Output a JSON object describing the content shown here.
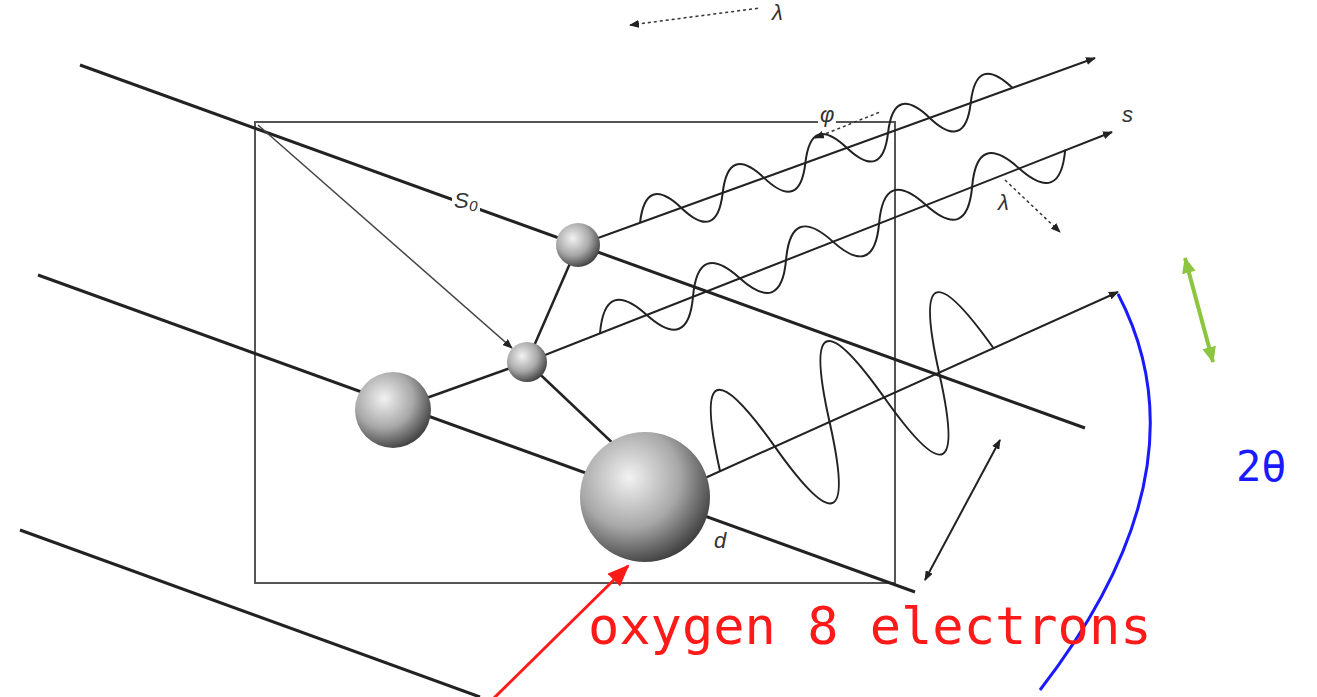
{
  "diagram": {
    "labels": [
      "λ",
      "S₀",
      "φ",
      "s",
      "λ",
      "d",
      "2θ",
      "oxygen 8 electrons"
    ]
  }
}
